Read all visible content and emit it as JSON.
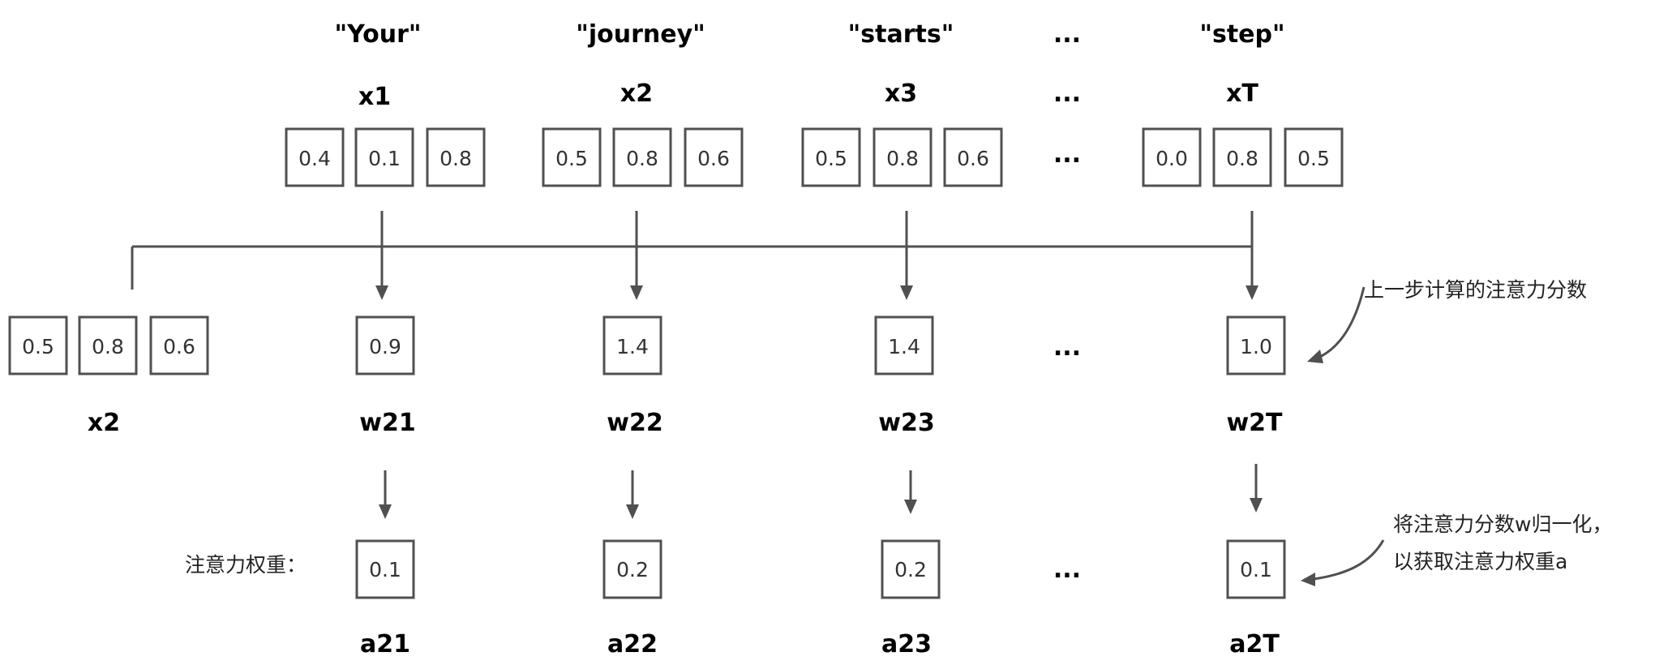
{
  "tokens": [
    {
      "word": "\"Your\"",
      "label": "x1",
      "values": [
        "0.4",
        "0.1",
        "0.8"
      ]
    },
    {
      "word": "\"journey\"",
      "label": "x2",
      "values": [
        "0.5",
        "0.8",
        "0.6"
      ]
    },
    {
      "word": "\"starts\"",
      "label": "x3",
      "values": [
        "0.5",
        "0.8",
        "0.6"
      ]
    },
    {
      "word": "\"step\"",
      "label": "xT",
      "values": [
        "0.0",
        "0.8",
        "0.5"
      ]
    }
  ],
  "ellipsis": "...",
  "query": {
    "label": "x2",
    "values": [
      "0.5",
      "0.8",
      "0.6"
    ]
  },
  "scores": [
    {
      "label": "w21",
      "value": "0.9"
    },
    {
      "label": "w22",
      "value": "1.4"
    },
    {
      "label": "w23",
      "value": "1.4"
    },
    {
      "label": "w2T",
      "value": "1.0"
    }
  ],
  "weights_caption": "注意力权重：",
  "weights": [
    {
      "label": "a21",
      "value": "0.1"
    },
    {
      "label": "a22",
      "value": "0.2"
    },
    {
      "label": "a23",
      "value": "0.2"
    },
    {
      "label": "a2T",
      "value": "0.1"
    }
  ],
  "annotations": {
    "score_note": "上一步计算的注意力分数",
    "normalize_note_line1": "将注意力分数w归一化，",
    "normalize_note_line2": "以获取注意力权重a"
  },
  "colors": {
    "stroke": "#505050",
    "text": "#000000"
  }
}
